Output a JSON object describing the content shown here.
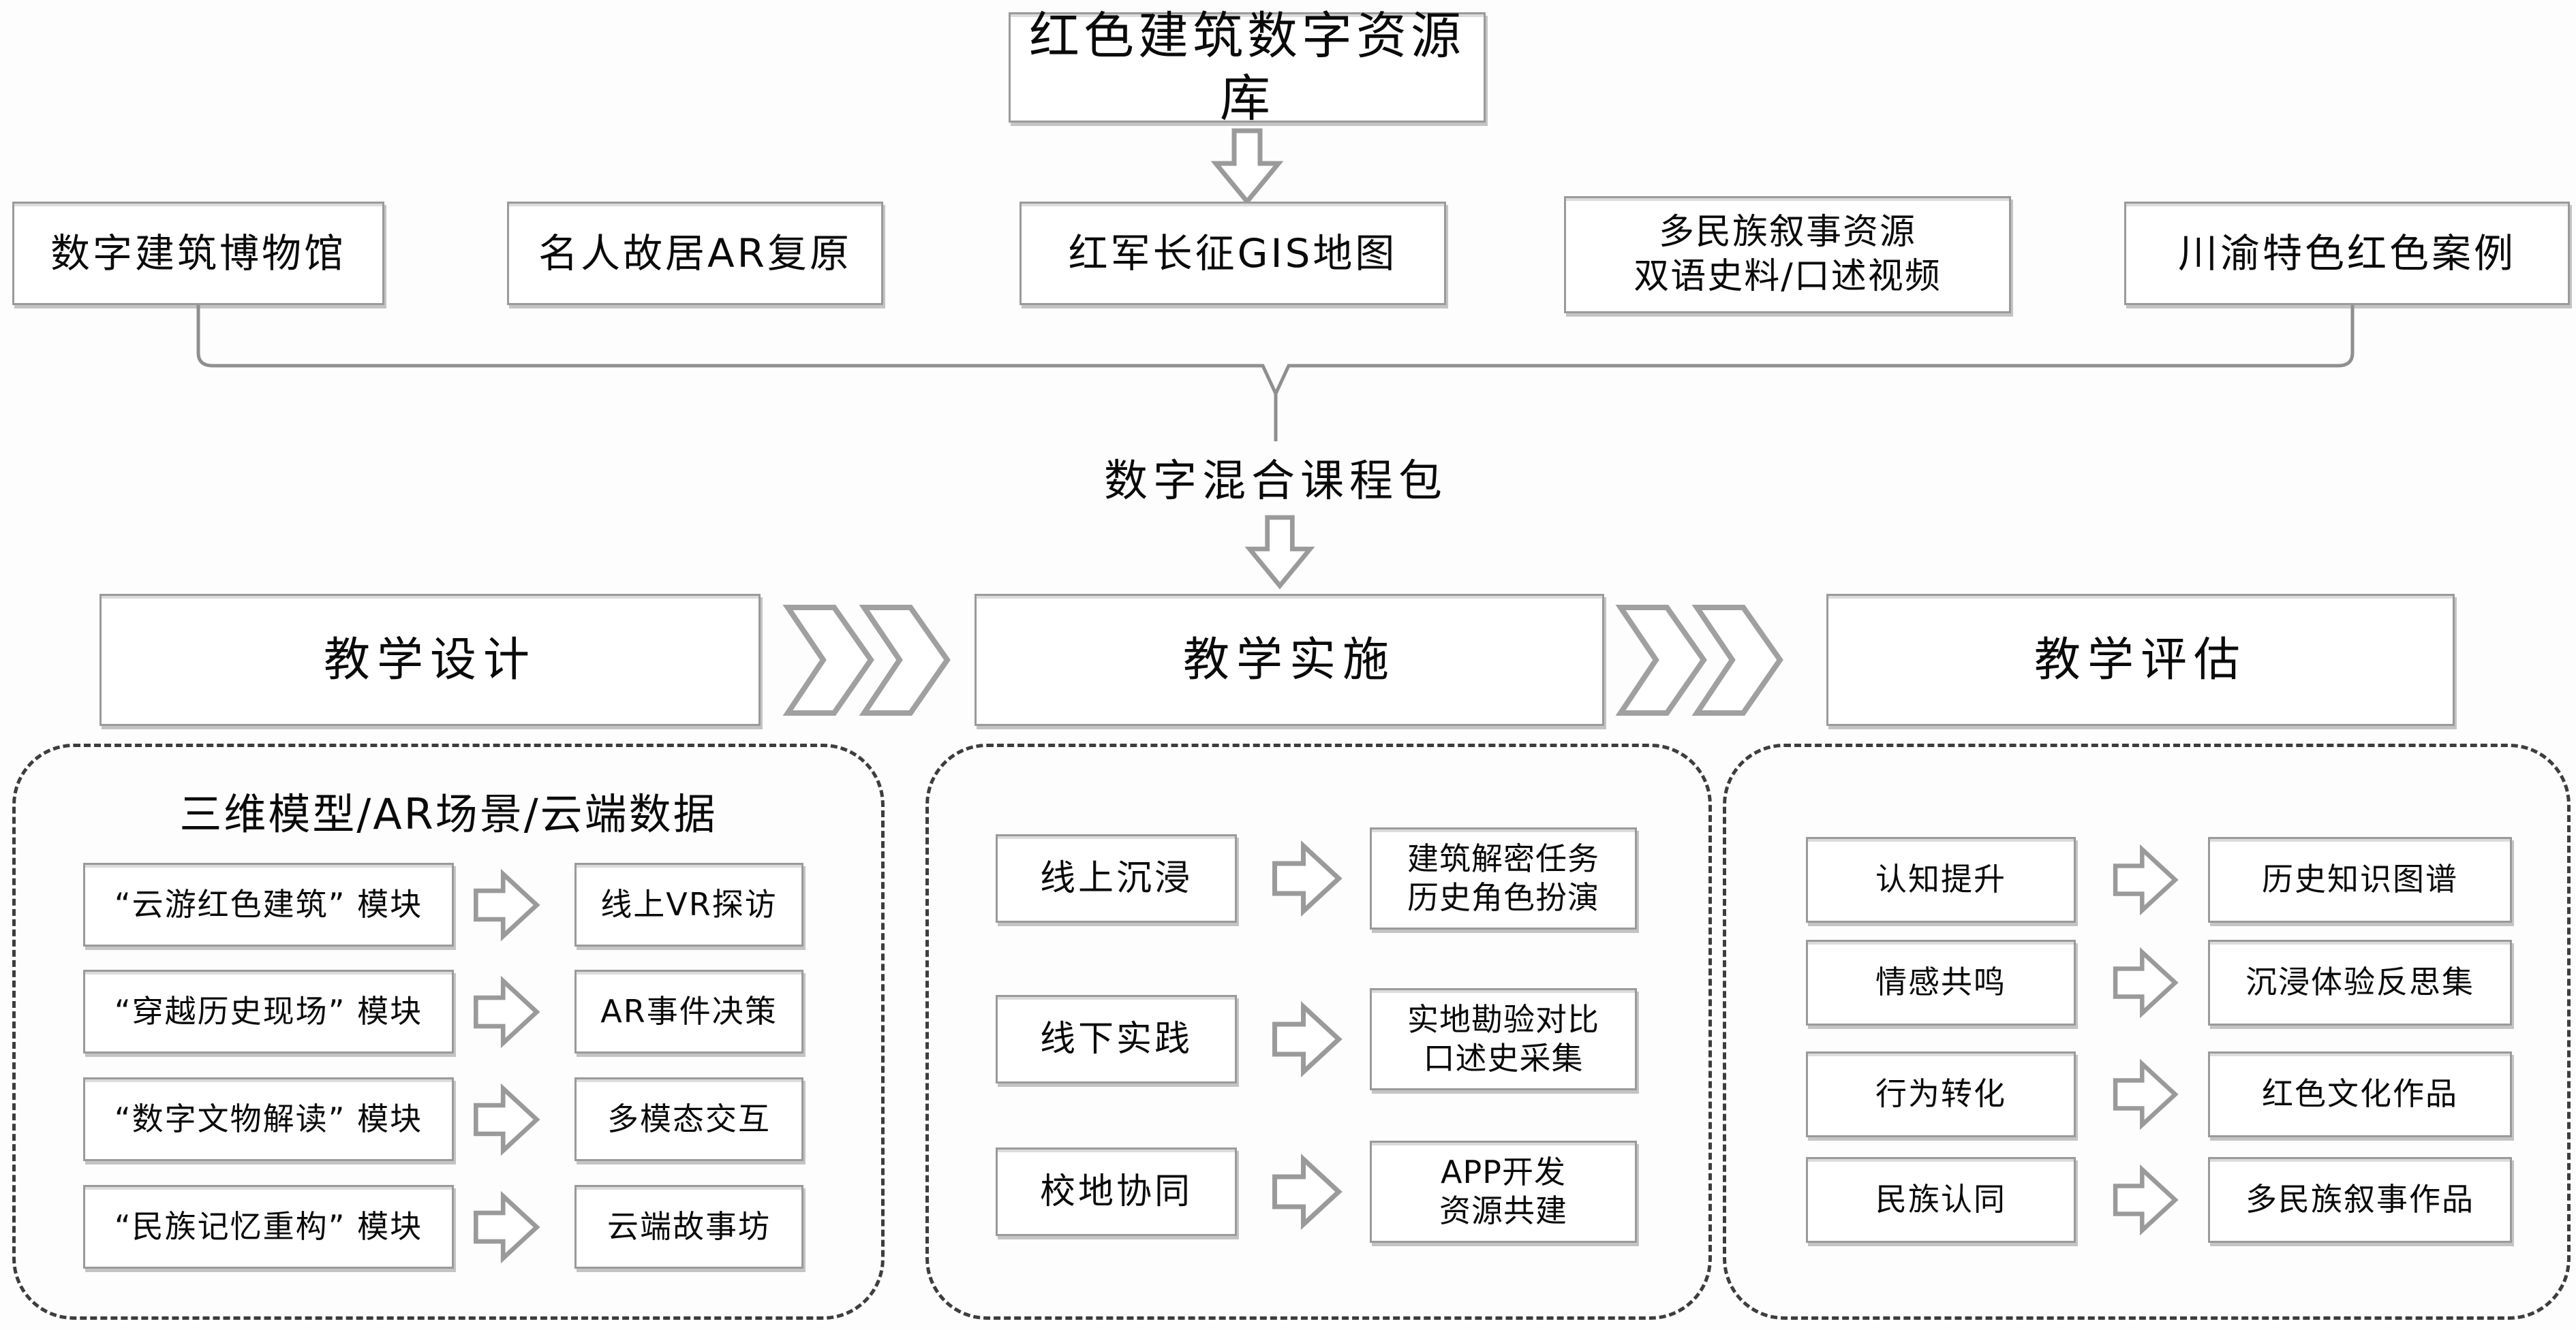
{
  "title_box": "红色建筑数字资源库",
  "resources": [
    {
      "label": "数字建筑博物馆"
    },
    {
      "label": "名人故居AR复原"
    },
    {
      "label": "红军长征GIS地图"
    },
    {
      "line1": "多民族叙事资源",
      "line2": "双语史料/口述视频"
    },
    {
      "label": "川渝特色红色案例"
    }
  ],
  "hub_label": "数字混合课程包",
  "stages": [
    {
      "label": "教学设计"
    },
    {
      "label": "教学实施"
    },
    {
      "label": "教学评估"
    }
  ],
  "design": {
    "title": "三维模型/AR场景/云端数据",
    "rows": [
      {
        "from": "“云游红色建筑” 模块",
        "to": "线上VR探访"
      },
      {
        "from": "“穿越历史现场” 模块",
        "to": "AR事件决策"
      },
      {
        "from": "“数字文物解读” 模块",
        "to": "多模态交互"
      },
      {
        "from": "“民族记忆重构” 模块",
        "to": "云端故事坊"
      }
    ]
  },
  "implementation": {
    "rows": [
      {
        "from": "线上沉浸",
        "to1": "建筑解密任务",
        "to2": "历史角色扮演"
      },
      {
        "from": "线下实践",
        "to1": "实地勘验对比",
        "to2": "口述史采集"
      },
      {
        "from": "校地协同",
        "to1": "APP开发",
        "to2": "资源共建"
      }
    ]
  },
  "evaluation": {
    "rows": [
      {
        "from": "认知提升",
        "to": "历史知识图谱"
      },
      {
        "from": "情感共鸣",
        "to": "沉浸体验反思集"
      },
      {
        "from": "行为转化",
        "to": "红色文化作品"
      },
      {
        "from": "民族认同",
        "to": "多民族叙事作品"
      }
    ]
  },
  "colors": {
    "box_border": "#9a9a9a",
    "dashed_border": "#3d3d3d",
    "text": "#0a0a0a",
    "background": "#fdfdfd"
  }
}
